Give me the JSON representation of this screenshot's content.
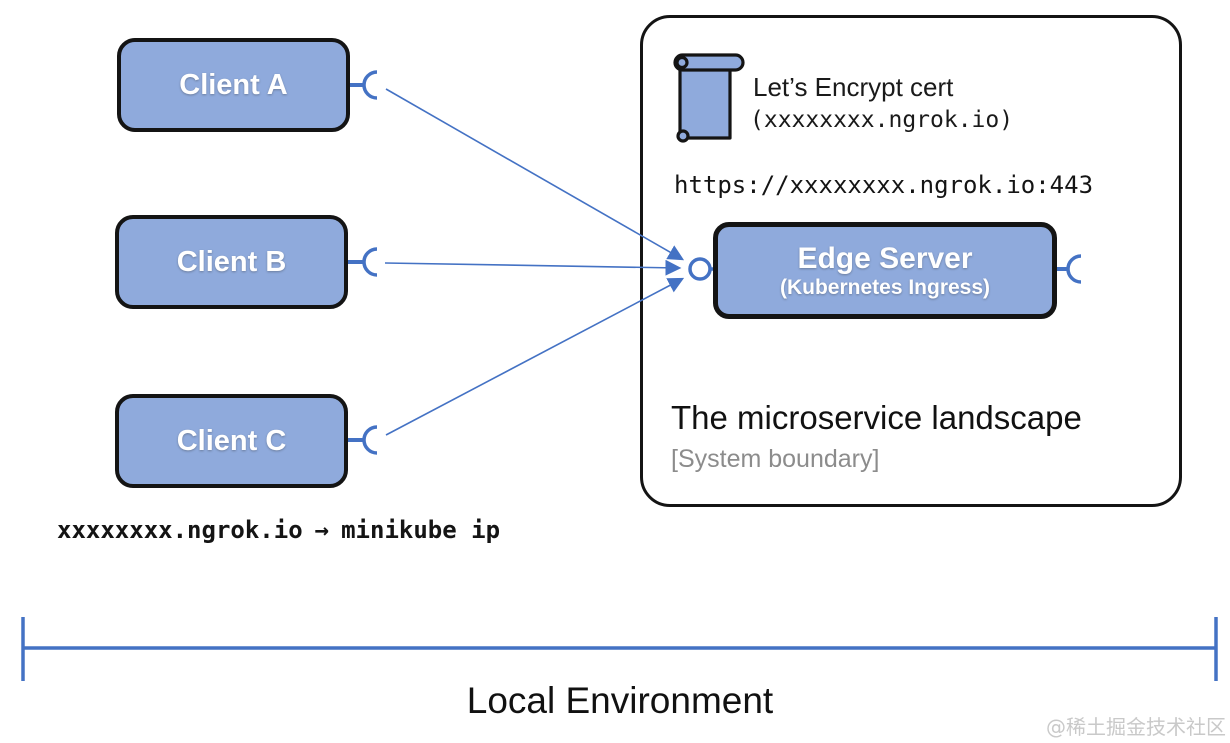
{
  "colors": {
    "component_fill": "#8FAADC",
    "component_border": "#141414",
    "connector_blue": "#4472C4",
    "text_dark": "#111111",
    "text_gray": "#8c8c8c",
    "watermark_gray": "#c9c9c9"
  },
  "clients": [
    {
      "label": "Client A"
    },
    {
      "label": "Client B"
    },
    {
      "label": "Client C"
    }
  ],
  "boundary": {
    "cert_title": "Let’s Encrypt cert",
    "cert_domain": "(xxxxxxxx.ngrok.io)",
    "url": "https://xxxxxxxx.ngrok.io:443",
    "edge_server": {
      "title": "Edge Server",
      "subtitle": "(Kubernetes Ingress)"
    },
    "landscape_title": "The microservice landscape",
    "landscape_subtitle": "[System boundary]"
  },
  "dns_mapping": {
    "from": "xxxxxxxx.ngrok.io",
    "arrow": "→",
    "to": "minikube ip"
  },
  "footer": {
    "label": "Local Environment"
  },
  "watermark": {
    "text": "@稀土掘金技术社区"
  }
}
